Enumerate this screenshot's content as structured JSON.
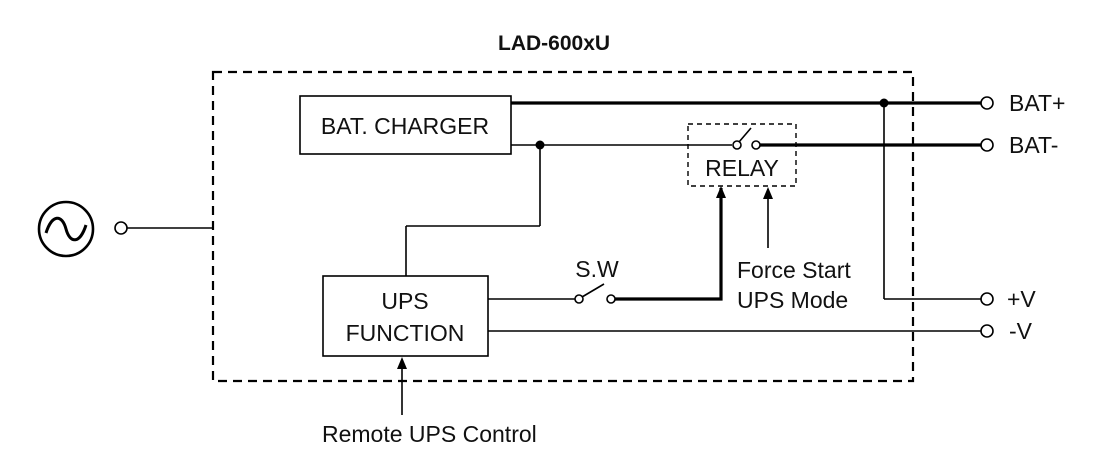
{
  "title": "LAD-600xU",
  "blocks": {
    "charger": "BAT. CHARGER",
    "relay": "RELAY",
    "ups_line1": "UPS",
    "ups_line2": "FUNCTION"
  },
  "labels": {
    "switch": "S.W",
    "force_start_line1": "Force Start",
    "force_start_line2": "UPS Mode",
    "remote_control": "Remote UPS Control"
  },
  "terminals": {
    "bat_plus": "BAT+",
    "bat_minus": "BAT-",
    "v_plus": "+V",
    "v_minus": "-V"
  },
  "icons": {
    "ac_source": "ac-source-icon"
  }
}
